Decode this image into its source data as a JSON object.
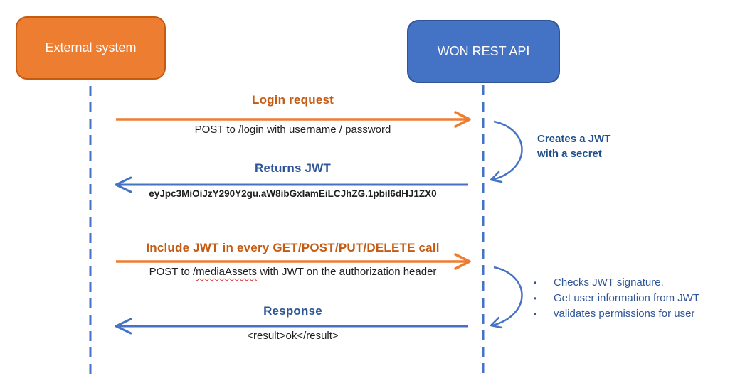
{
  "diagram": {
    "actors": [
      {
        "label": "External system",
        "fill": "#ED7D31"
      },
      {
        "label": "WON REST API",
        "fill": "#4472C4"
      }
    ],
    "messages": [
      {
        "title": "Login request",
        "subtitle": "POST to /login with username / password",
        "direction": "right"
      },
      {
        "title": "Returns JWT",
        "subtitle": "eyJpc3MiOiJzY290Y2gu.aW8ibGxlamEiLCJhZG.1pbiI6dHJ1ZX0",
        "direction": "left"
      },
      {
        "title": "Include JWT in every GET/POST/PUT/DELETE call",
        "subtitle_prefix": "POST to /",
        "subtitle_flagged": "mediaAssets",
        "subtitle_suffix": " with JWT on the authorization header",
        "direction": "right"
      },
      {
        "title": "Response",
        "subtitle": "<result>ok</result>",
        "direction": "left"
      }
    ],
    "notes": [
      {
        "line1": "Creates a JWT",
        "line2": "with a secret"
      },
      {
        "bullet_glyph": "•",
        "items": [
          "Checks JWT signature.",
          "Get user information from JWT",
          "validates permissions for user"
        ]
      }
    ],
    "colors": {
      "orange": "#ED7D31",
      "orange_text": "#C55A11",
      "blue": "#4472C4",
      "blue_text": "#2E5597",
      "note_text": "#1F4E8C",
      "body_text": "#1F1F1F",
      "spellcheck_red": "#E03131"
    }
  }
}
